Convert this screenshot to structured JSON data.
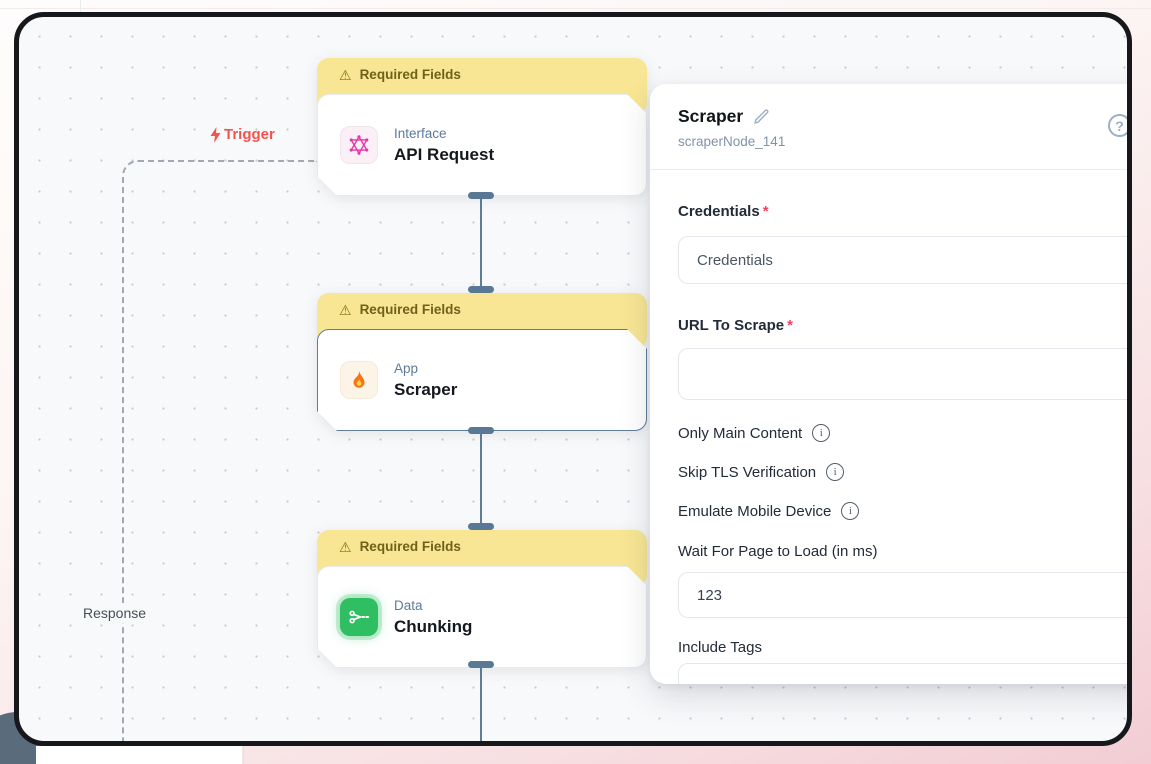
{
  "canvas": {
    "trigger_label": "Trigger",
    "response_label": "Response",
    "nodes": [
      {
        "warning": "Required Fields",
        "category": "Interface",
        "title": "API Request",
        "icon": "graphql-icon"
      },
      {
        "warning": "Required Fields",
        "category": "App",
        "title": "Scraper",
        "icon": "flame-icon",
        "selected": true
      },
      {
        "warning": "Required Fields",
        "category": "Data",
        "title": "Chunking",
        "icon": "scissors-icon"
      }
    ]
  },
  "panel": {
    "title": "Scraper",
    "node_id": "scraperNode_141",
    "required_marker": "*",
    "fields": {
      "credentials_label": "Credentials",
      "credentials_value": "Credentials",
      "url_label": "URL To Scrape",
      "url_value": "",
      "only_main_content_label": "Only Main Content",
      "skip_tls_label": "Skip TLS Verification",
      "emulate_mobile_label": "Emulate Mobile Device",
      "wait_label": "Wait For Page to Load (in ms)",
      "wait_value": "123",
      "include_tags_label": "Include Tags"
    }
  },
  "icons": {
    "warning": "⚠",
    "info": "i",
    "help": "?"
  },
  "colors": {
    "banner_bg": "#f8e694",
    "banner_text": "#6f6118",
    "trigger_red": "#f4544c",
    "connector": "#587896",
    "selected_border": "#5e7d9b",
    "graphql_pink": "#e535ab",
    "flame_orange": "#f97316",
    "scissors_green": "#2fbe62",
    "canvas_bg": "#f8f9fb"
  }
}
